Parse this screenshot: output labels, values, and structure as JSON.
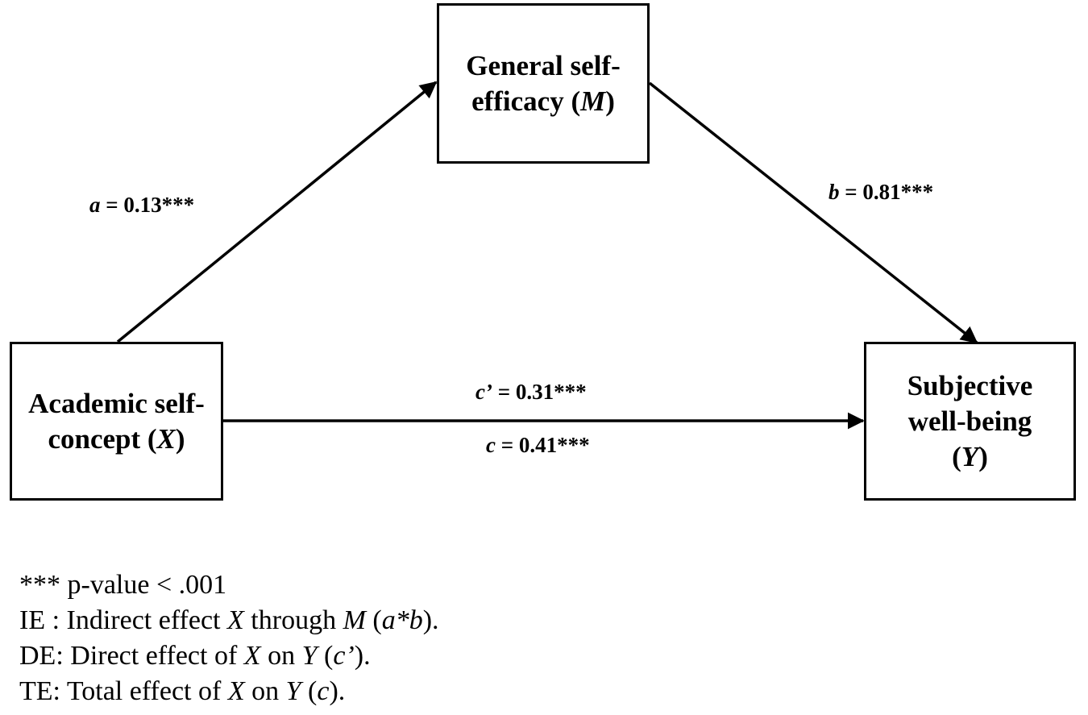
{
  "nodes": {
    "mediator": {
      "line1": "General self-",
      "line2_prefix": "efficacy (",
      "symbol": "M",
      "line2_suffix": ")"
    },
    "independent": {
      "line1": "Academic self-",
      "line2_prefix": "concept (",
      "symbol": "X",
      "line2_suffix": ")"
    },
    "dependent": {
      "line1": "Subjective",
      "line2": "well-being",
      "line3_prefix": "(",
      "symbol": "Y",
      "line3_suffix": ")"
    }
  },
  "paths": {
    "a": {
      "symbol": "a",
      "text": " = 0.13***"
    },
    "b": {
      "symbol": "b",
      "text": " = 0.81***"
    },
    "c_prime": {
      "symbol": "c’",
      "text": " = 0.31***"
    },
    "c": {
      "symbol": "c",
      "text": " = 0.41***"
    }
  },
  "notes": {
    "significance": "*** p-value < .001",
    "ie": {
      "p1": "IE : Indirect effect ",
      "x": "X",
      "p2": " through ",
      "m": "M",
      "p3": " (",
      "ab": "a*b",
      "p4": ")."
    },
    "de": {
      "p1": "DE: Direct effect of ",
      "x": "X",
      "p2": " on ",
      "y": "Y",
      "p3": " (",
      "cp": "c’",
      "p4": ")."
    },
    "te": {
      "p1": "TE: Total effect of ",
      "x": "X",
      "p2": " on ",
      "y": "Y",
      "p3": " (",
      "c": "c",
      "p4": ")."
    }
  }
}
